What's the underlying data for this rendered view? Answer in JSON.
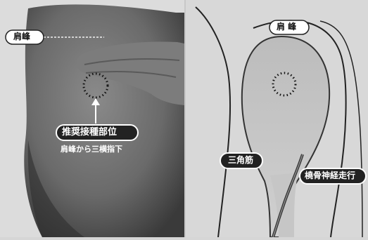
{
  "photo_panel": {
    "landmark_label": "肩峰",
    "site_label": "推奨接種部位",
    "site_caption": "肩峰から三横指下"
  },
  "diagram_panel": {
    "landmark_label": "肩 峰",
    "muscle_label": "三角筋",
    "nerve_label": "橈骨神経走行"
  }
}
